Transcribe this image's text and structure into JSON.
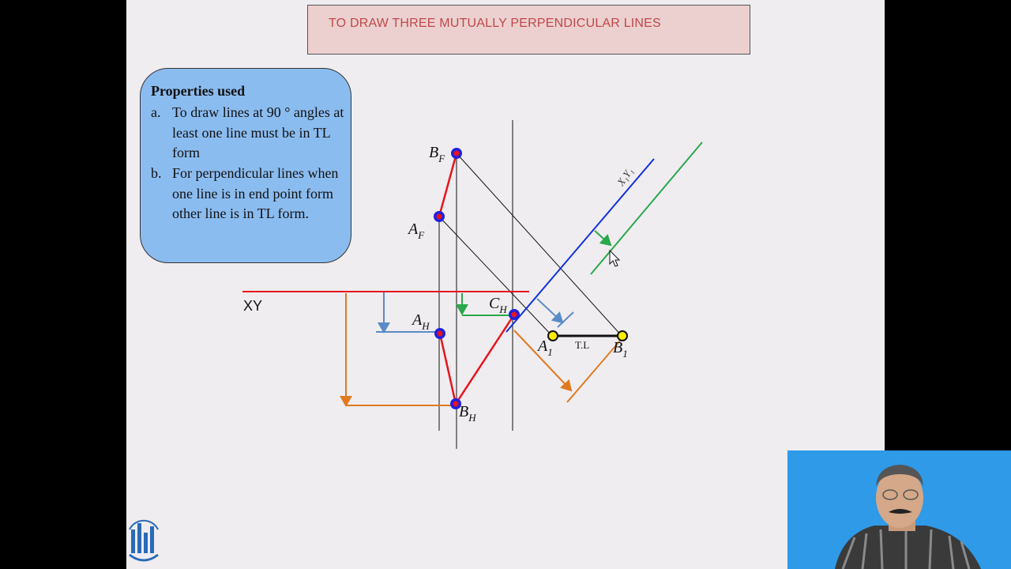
{
  "title": "TO DRAW THREE MUTUALLY PERPENDICULAR LINES",
  "properties": {
    "heading": "Properties used",
    "items": [
      {
        "marker": "a.",
        "text": "To draw lines at 90 ° angles at least one line must be in TL form"
      },
      {
        "marker": "b.",
        "text": "For perpendicular lines when one line is in end point form other line is in TL form."
      }
    ]
  },
  "diagram": {
    "labels": {
      "xy": "XY",
      "x1y1": "X₁Y₁",
      "tl": "T.L",
      "bf": "B",
      "bf_sub": "F",
      "af": "A",
      "af_sub": "F",
      "ah": "A",
      "ah_sub": "H",
      "bh": "B",
      "bh_sub": "H",
      "ch": "C",
      "ch_sub": "H",
      "a1": "A",
      "a1_sub": "1",
      "b1": "B",
      "b1_sub": "1"
    },
    "colors": {
      "xy_line": "#e8141c",
      "x1y1_line": "#1030e0",
      "projector": "#111111",
      "red_view": "#e8141c",
      "green": "#2aa84a",
      "orange": "#e07a20",
      "steel_blue": "#5a8ac8",
      "point_blue": "#2020e0",
      "point_yellow": "#ffee00"
    }
  },
  "icons": {
    "logo": "institute-logo-icon",
    "cursor": "mouse-pointer-icon"
  },
  "colors": {
    "page_bg": "#000000",
    "slide_bg": "#efedf0",
    "title_box_bg": "#ecd0cf",
    "title_text": "#c0474c",
    "props_box_bg": "#8bbcf0",
    "webcam_bg": "#2e9ae8"
  }
}
